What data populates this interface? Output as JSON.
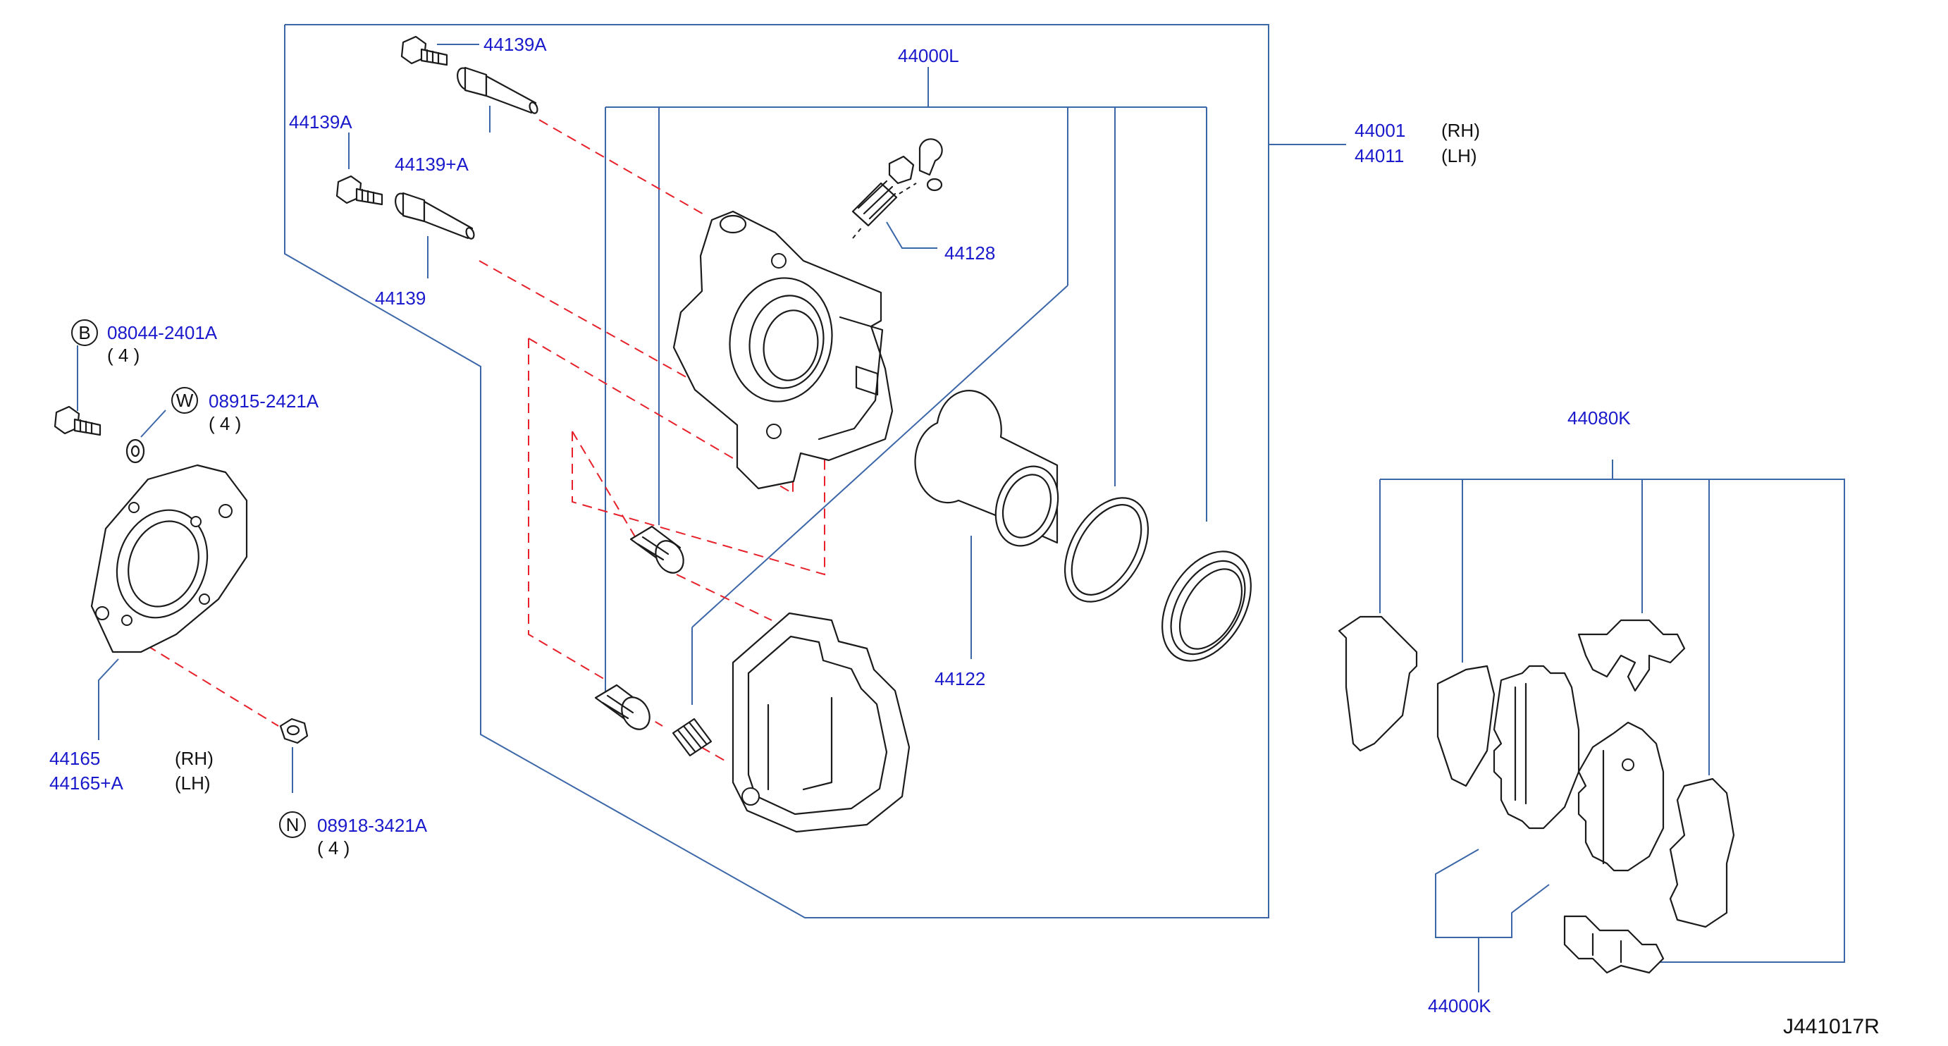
{
  "labels": {
    "p44139A_top": "44139A",
    "p44000L": "44000L",
    "p44139A_left": "44139A",
    "p44139pA": "44139+A",
    "p44001": "44001",
    "p44001_side": "(RH)",
    "p44011": "44011",
    "p44011_side": "(LH)",
    "p44128": "44128",
    "p44139": "44139",
    "b_part": "08044-2401A",
    "b_qty": "( 4 )",
    "w_part": "08915-2421A",
    "w_qty": "( 4 )",
    "p44080K": "44080K",
    "p44122": "44122",
    "p44165": "44165",
    "p44165_side": "(RH)",
    "p44165pA": "44165+A",
    "p44165pA_side": "(LH)",
    "n_part": "08918-3421A",
    "n_qty": "( 4 )",
    "p44000K": "44000K",
    "ref": "J441017R"
  },
  "symbols": {
    "b": "B",
    "w": "W",
    "n": "N"
  },
  "colors": {
    "part_number": "#1a1acc",
    "leader_line": "#3b66a8",
    "dashed_line": "#e8202a",
    "drawing": "#1b1b1b"
  }
}
